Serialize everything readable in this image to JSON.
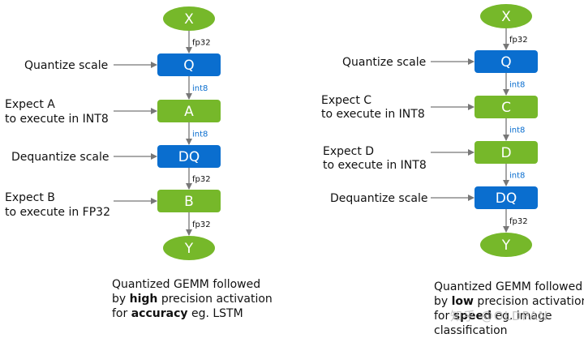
{
  "diagrams": [
    {
      "nodes": [
        "X",
        "Q",
        "A",
        "DQ",
        "B",
        "Y"
      ],
      "edge_labels": [
        "fp32",
        "int8",
        "int8",
        "fp32",
        "fp32"
      ],
      "side_labels": [
        [
          "Quantize scale"
        ],
        [
          "Expect A",
          "to execute in INT8"
        ],
        [
          "Dequantize scale"
        ],
        [
          "Expect B",
          "to execute in FP32"
        ]
      ],
      "caption": {
        "line1": "Quantized GEMM followed",
        "line2_pre": "by ",
        "line2_bold": "high",
        "line2_post": " precision activation",
        "line3_pre": "for ",
        "line3_bold": "accuracy",
        "line3_post": " eg. LSTM"
      }
    },
    {
      "nodes": [
        "X",
        "Q",
        "C",
        "D",
        "DQ",
        "Y"
      ],
      "edge_labels": [
        "fp32",
        "int8",
        "int8",
        "int8",
        "fp32"
      ],
      "side_labels": [
        [
          "Quantize scale"
        ],
        [
          "Expect C",
          "to execute in INT8"
        ],
        [
          "Expect D",
          "to execute in INT8"
        ],
        [
          "Dequantize scale"
        ]
      ],
      "caption": {
        "line1": "Quantized GEMM followed",
        "line2_pre": "by ",
        "line2_bold": "low",
        "line2_post": " precision activation",
        "line3_pre": "for ",
        "line3_bold": "speed",
        "line3_post": " eg. image",
        "line4": "classification"
      }
    }
  ],
  "watermark": "知乎 @OLDPAN",
  "colors": {
    "ellipse": "#76b82a",
    "quant_box": "#0a6ecf",
    "compute_box": "#76b82a",
    "arrow": "#777777",
    "fp32_label": "#111111",
    "int8_label": "#0a6ecf"
  }
}
